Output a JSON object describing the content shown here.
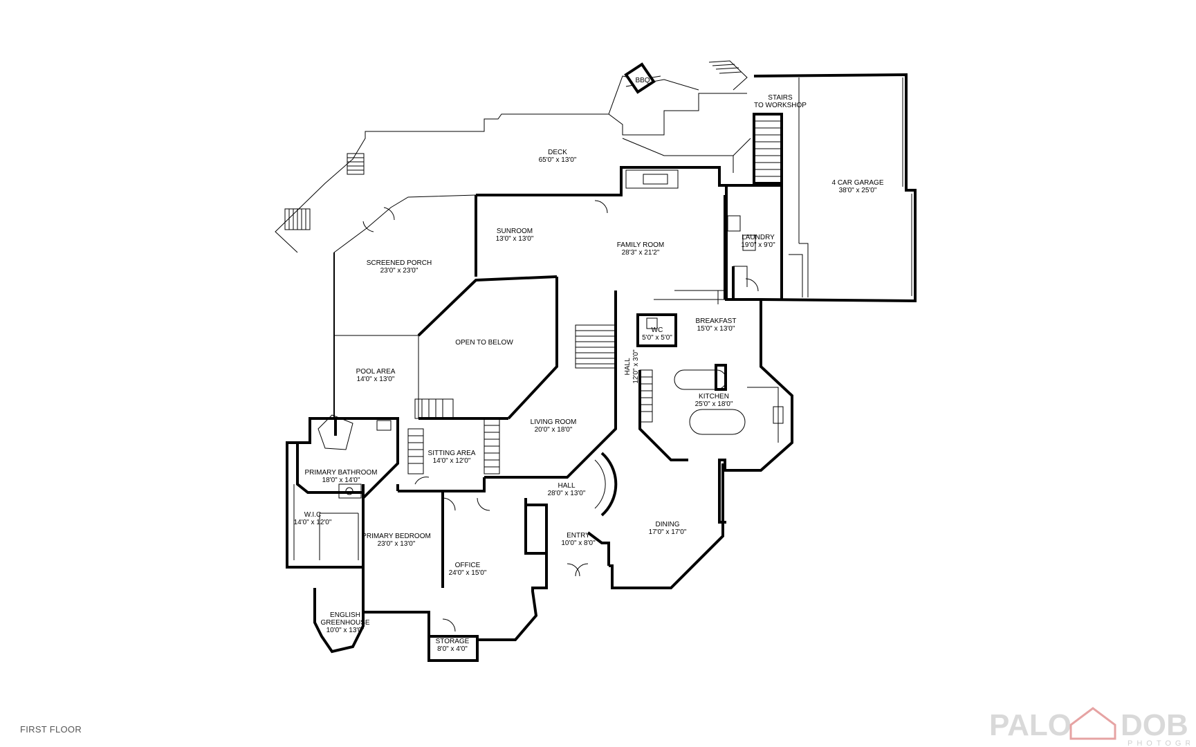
{
  "floor_label": "FIRST FLOOR",
  "brand": {
    "part1": "PALO",
    "part2": "DOBRIK",
    "sub": "PHOTOGRAPHY",
    "color": "#d9d9d9",
    "accent_color": "#e6a3a3"
  },
  "rooms": [
    {
      "key": "stairs_workshop",
      "name": [
        "STAIRS",
        "TO WORKSHOP"
      ],
      "dims": ""
    },
    {
      "key": "bbq",
      "name": [
        "BBQ"
      ],
      "dims": ""
    },
    {
      "key": "deck",
      "name": [
        "DECK"
      ],
      "dims": "65'0\" x 13'0\""
    },
    {
      "key": "garage",
      "name": [
        "4 CAR GARAGE"
      ],
      "dims": "38'0\" x 25'0\""
    },
    {
      "key": "sunroom",
      "name": [
        "SUNROOM"
      ],
      "dims": "13'0\" x 13'0\""
    },
    {
      "key": "family",
      "name": [
        "FAMILY ROOM"
      ],
      "dims": "28'3\" x 21'2\""
    },
    {
      "key": "laundry",
      "name": [
        "LAUNDRY"
      ],
      "dims": "19'0\" x 9'0\""
    },
    {
      "key": "screened",
      "name": [
        "SCREENED PORCH"
      ],
      "dims": "23'0\" x 23'0\""
    },
    {
      "key": "open",
      "name": [
        "OPEN TO BELOW"
      ],
      "dims": ""
    },
    {
      "key": "breakfast",
      "name": [
        "BREAKFAST"
      ],
      "dims": "15'0\" x 13'0\""
    },
    {
      "key": "wc",
      "name": [
        "WC"
      ],
      "dims": "5'0\" x 5'0\""
    },
    {
      "key": "pool",
      "name": [
        "POOL AREA"
      ],
      "dims": "14'0\" x 13'0\""
    },
    {
      "key": "kitchen",
      "name": [
        "KITCHEN"
      ],
      "dims": "25'0\" x 18'0\""
    },
    {
      "key": "living",
      "name": [
        "LIVING ROOM"
      ],
      "dims": "20'0\" x 18'0\""
    },
    {
      "key": "sitting",
      "name": [
        "SITTING AREA"
      ],
      "dims": "14'0\" x 12'0\""
    },
    {
      "key": "primary_bath",
      "name": [
        "PRIMARY BATHROOM"
      ],
      "dims": "18'0\" x 14'0\""
    },
    {
      "key": "hall_main",
      "name": [
        "HALL"
      ],
      "dims": "28'0\" x 13'0\""
    },
    {
      "key": "wic",
      "name": [
        "W.I.C"
      ],
      "dims": "14'0\" x 12'0\""
    },
    {
      "key": "dining",
      "name": [
        "DINING"
      ],
      "dims": "17'0\" x 17'0\""
    },
    {
      "key": "entry",
      "name": [
        "ENTRY"
      ],
      "dims": "10'0\" x 8'0\""
    },
    {
      "key": "primary_bed",
      "name": [
        "PRIMARY BEDROOM"
      ],
      "dims": "23'0\" x 13'0\""
    },
    {
      "key": "office",
      "name": [
        "OFFICE"
      ],
      "dims": "24'0\" x 15'0\""
    },
    {
      "key": "greenhouse",
      "name": [
        "ENGLISH",
        "GREENHOUSE"
      ],
      "dims": "10'0\" x 13'0\""
    },
    {
      "key": "storage",
      "name": [
        "STORAGE"
      ],
      "dims": "8'0\" x 4'0\""
    }
  ],
  "hall_vertical": {
    "name": "HALL",
    "dims": "12'0\" x 3'0\""
  }
}
